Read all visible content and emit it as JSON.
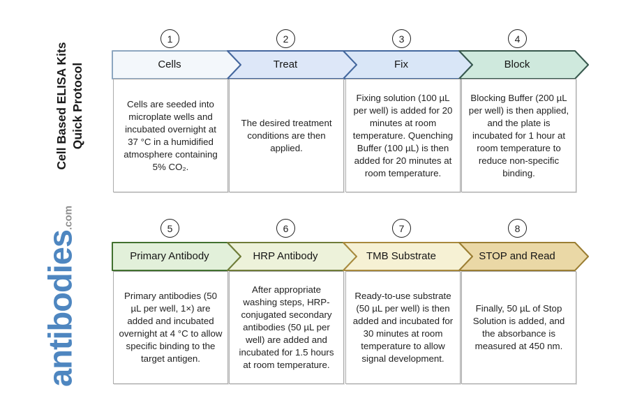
{
  "sidebar": {
    "title_line1": "Cell Based ELISA Kits",
    "title_line2": "Quick Protocol",
    "logo_text": "antibodies",
    "logo_suffix": ".com",
    "logo_color": "#4e86c0",
    "logo_suffix_color": "#8f8f8f"
  },
  "steps": [
    {
      "number": "1",
      "label": "Cells",
      "description": "Cells are seeded into microplate wells and incubated overnight at 37 °C in a humidified atmosphere containing 5% CO₂.",
      "arrow_fill": "#f3f7fb",
      "arrow_stroke": "#8ca6c0"
    },
    {
      "number": "2",
      "label": "Treat",
      "description": "The desired treatment conditions are then applied.",
      "arrow_fill": "#dde7f8",
      "arrow_stroke": "#45679e"
    },
    {
      "number": "3",
      "label": "Fix",
      "description": "Fixing solution (100 µL per well) is added for 20 minutes at room temperature. Quenching Buffer (100 µL) is then added for 20 minutes at room temperature.",
      "arrow_fill": "#d9e6f7",
      "arrow_stroke": "#44689e"
    },
    {
      "number": "4",
      "label": "Block",
      "description": "Blocking Buffer (200 µL per well) is then applied, and the plate is incubated for 1 hour at room temperature to reduce non-specific binding.",
      "arrow_fill": "#cfe9dd",
      "arrow_stroke": "#37584d"
    },
    {
      "number": "5",
      "label": "Primary Antibody",
      "description": "Primary antibodies (50 µL per well, 1×) are added and incubated overnight at 4 °C to allow specific binding to the target antigen.",
      "arrow_fill": "#e2f0da",
      "arrow_stroke": "#41702f"
    },
    {
      "number": "6",
      "label": "HRP Antibody",
      "description": "After appropriate washing steps, HRP-conjugated secondary antibodies (50 µL per well) are added and incubated for 1.5 hours at room temperature.",
      "arrow_fill": "#edf2da",
      "arrow_stroke": "#6f7c38"
    },
    {
      "number": "7",
      "label": "TMB Substrate",
      "description": "Ready-to-use substrate (50 µL per well) is then added and incubated for 30 minutes at room temperature to allow signal development.",
      "arrow_fill": "#f6f1d4",
      "arrow_stroke": "#a8893c"
    },
    {
      "number": "8",
      "label": "STOP and Read",
      "description": "Finally, 50 µL of Stop Solution is added, and the absorbance is measured at 450 nm.",
      "arrow_fill": "#ead8a6",
      "arrow_stroke": "#9b7e33"
    }
  ]
}
